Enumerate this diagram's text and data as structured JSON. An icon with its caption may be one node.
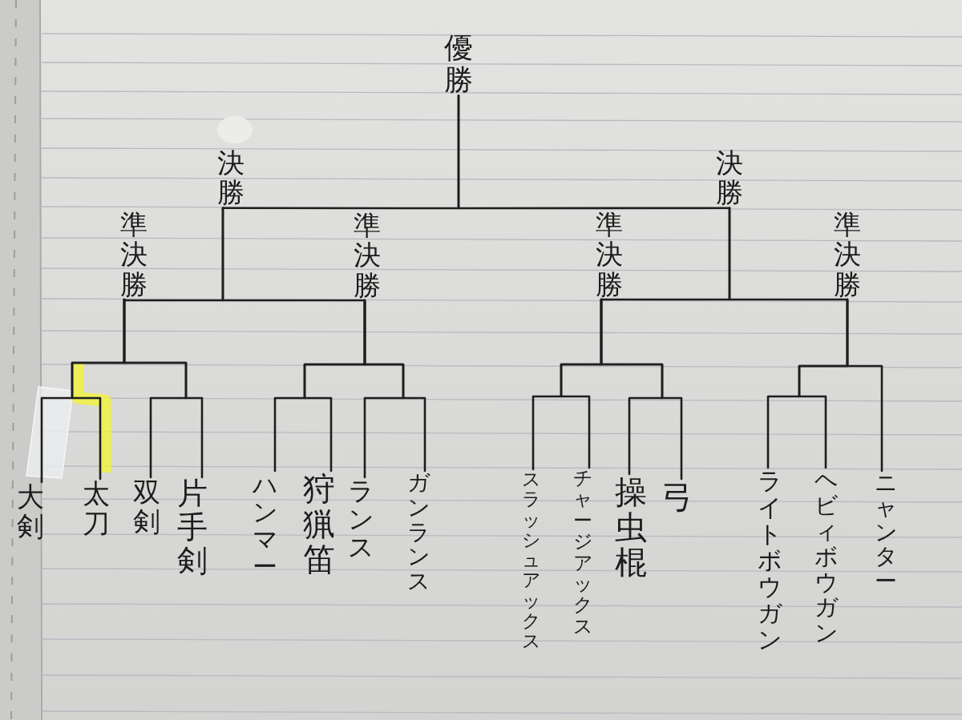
{
  "diagram": {
    "nodes": [
      {
        "text": [
          "優勝"
        ]
      },
      {
        "text": [
          "決勝"
        ]
      },
      {
        "text": [
          "決勝"
        ]
      },
      {
        "text": [
          "準決勝"
        ]
      },
      {
        "text": [
          "準決勝"
        ]
      },
      {
        "text": [
          "準決勝"
        ]
      },
      {
        "text": [
          "準決勝"
        ]
      },
      {
        "text": [
          "大剣"
        ]
      },
      {
        "text": [
          "太刀"
        ]
      },
      {
        "text": [
          "双剣"
        ]
      },
      {
        "text": [
          "片手剣"
        ]
      },
      {
        "text": [
          "ハンマー"
        ]
      },
      {
        "text": [
          "狩猟笛"
        ]
      },
      {
        "text": [
          "ランス"
        ]
      },
      {
        "text": [
          "ガンランス"
        ]
      },
      {
        "text": [
          "スラッシュアックス"
        ]
      },
      {
        "text": [
          "チャージアックス"
        ]
      },
      {
        "text": [
          "操虫棍"
        ]
      },
      {
        "text": [
          "弓"
        ]
      },
      {
        "text": [
          "ライトボウガン"
        ]
      },
      {
        "text": [
          "ヘビィボウガン"
        ]
      },
      {
        "text": [
          "ニャンター"
        ]
      }
    ],
    "edges": [
      {
        "from": 1,
        "to": 0,
        "arrow": "none"
      },
      {
        "from": 2,
        "to": 0,
        "arrow": "none"
      },
      {
        "from": 3,
        "to": 1,
        "arrow": "none"
      },
      {
        "from": 4,
        "to": 1,
        "arrow": "none"
      },
      {
        "from": 5,
        "to": 2,
        "arrow": "none"
      },
      {
        "from": 6,
        "to": 2,
        "arrow": "none"
      },
      {
        "from": 7,
        "to": 3,
        "arrow": "none"
      },
      {
        "from": 8,
        "to": 3,
        "arrow": "none"
      },
      {
        "from": 9,
        "to": 3,
        "arrow": "none"
      },
      {
        "from": 10,
        "to": 3,
        "arrow": "none"
      },
      {
        "from": 11,
        "to": 4,
        "arrow": "none"
      },
      {
        "from": 12,
        "to": 4,
        "arrow": "none"
      },
      {
        "from": 13,
        "to": 4,
        "arrow": "none"
      },
      {
        "from": 14,
        "to": 4,
        "arrow": "none"
      },
      {
        "from": 15,
        "to": 5,
        "arrow": "none"
      },
      {
        "from": 16,
        "to": 5,
        "arrow": "none"
      },
      {
        "from": 17,
        "to": 5,
        "arrow": "none"
      },
      {
        "from": 18,
        "to": 5,
        "arrow": "none"
      },
      {
        "from": 19,
        "to": 6,
        "arrow": "none"
      },
      {
        "from": 20,
        "to": 6,
        "arrow": "none"
      },
      {
        "from": 21,
        "to": 6,
        "arrow": "none"
      }
    ]
  }
}
